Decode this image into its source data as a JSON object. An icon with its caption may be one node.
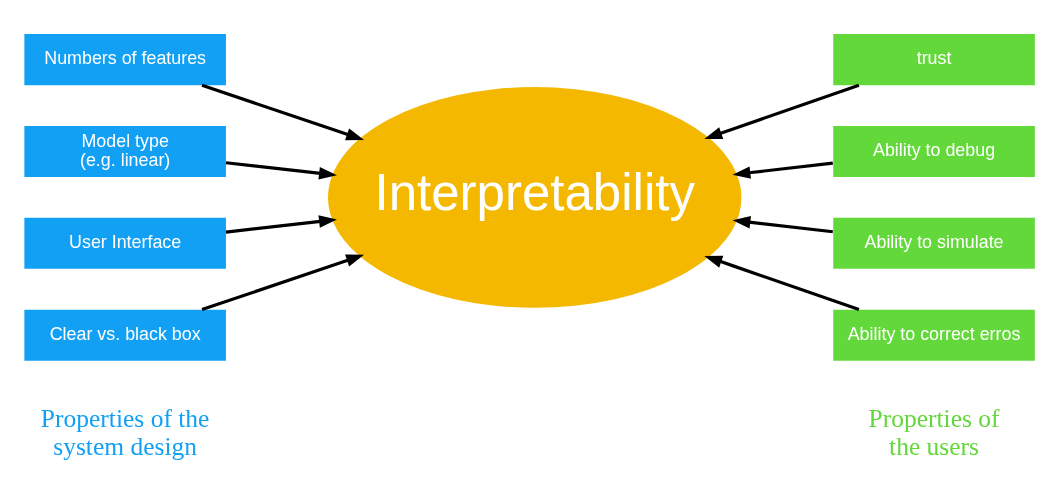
{
  "diagram": {
    "nodes": [
      {
        "text": [
          "Numbers of features"
        ]
      },
      {
        "text": [
          "Model type (e.g. linear)"
        ]
      },
      {
        "text": [
          "User Interface"
        ]
      },
      {
        "text": [
          "Clear vs. black box"
        ]
      },
      {
        "text": [
          "Interpretability"
        ]
      },
      {
        "text": [
          "trust"
        ]
      },
      {
        "text": [
          "Ability to debug"
        ]
      },
      {
        "text": [
          "Ability to simulate"
        ]
      },
      {
        "text": [
          "Ability to correct erros"
        ]
      }
    ],
    "edges": [
      {
        "from": 0,
        "to": 4,
        "arrow": "to"
      },
      {
        "from": 1,
        "to": 4,
        "arrow": "to"
      },
      {
        "from": 2,
        "to": 4,
        "arrow": "to"
      },
      {
        "from": 3,
        "to": 4,
        "arrow": "to"
      },
      {
        "from": 5,
        "to": 4,
        "arrow": "to"
      },
      {
        "from": 6,
        "to": 4,
        "arrow": "to"
      },
      {
        "from": 7,
        "to": 4,
        "arrow": "to"
      },
      {
        "from": 8,
        "to": 4,
        "arrow": "to"
      }
    ],
    "labels": [
      "Properties of the system design",
      "Properties of the users"
    ]
  }
}
